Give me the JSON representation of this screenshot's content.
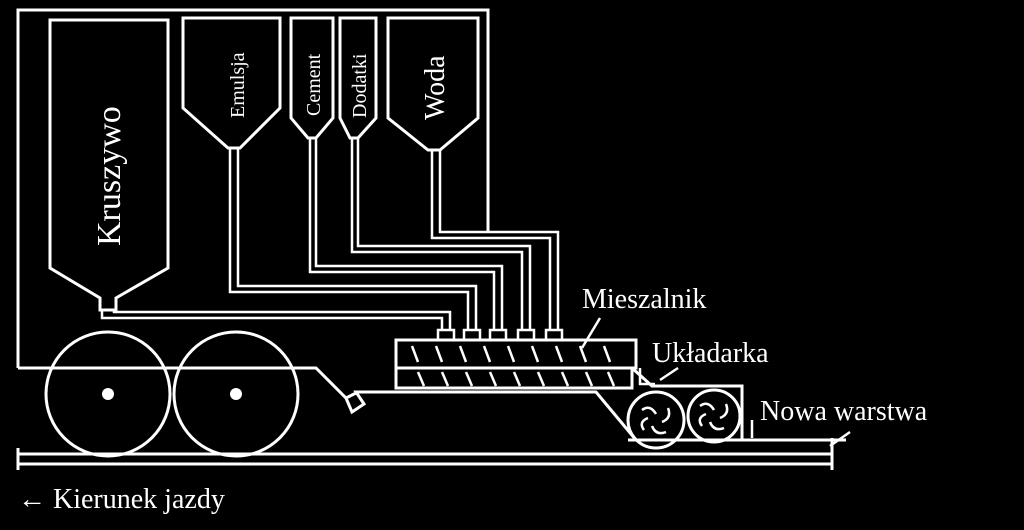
{
  "labels": {
    "aggregate": "Kruszywo",
    "emulsion": "Emulsja",
    "cement": "Cement",
    "additives": "Dodatki",
    "water": "Woda",
    "mixer": "Mieszalnik",
    "paver": "Układarka",
    "new_layer": "Nowa warstwa",
    "direction": "← Kierunek jazdy"
  },
  "colors": {
    "background": "#000000",
    "line": "#ffffff"
  }
}
